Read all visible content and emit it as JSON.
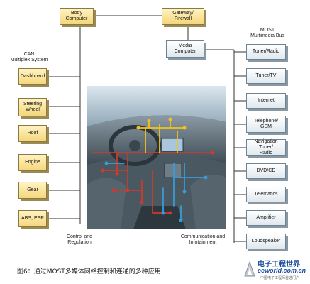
{
  "diagram": {
    "top_boxes": {
      "body_computer": "Body\nComputer",
      "gateway": "Gateway/\nFirewall",
      "media_computer": "Media\nComputer"
    },
    "can_header": "CAN\nMultiplex System",
    "most_header": "MOST\nMultimedia Bus",
    "can_boxes": [
      "Dashboard",
      "Steering\nWheel",
      "Roof",
      "Engine",
      "Gear",
      "ABS, ESP"
    ],
    "most_boxes": [
      "Tuner/Radio",
      "Tuner/TV",
      "Internet",
      "Telephone/\nGSM",
      "Navigation Tuner/\nRadio",
      "DVD/CD",
      "Telematics",
      "Amplifier",
      "Loudspeaker"
    ],
    "footer_left": "Control and\nRegulation",
    "footer_right": "Communication and\nInfotainment"
  },
  "caption": "图6：通过MOST多媒体网络控制和连通的多种应用",
  "watermark": {
    "title": "电子工程世界",
    "url": "eeworld.com.cn",
    "sub": "中国电子工程师首选门户"
  },
  "colors": {
    "can_fill": "#f5d77a",
    "most_fill": "#dfe8ee",
    "line": "#333333",
    "wire_red": "#d0392b",
    "wire_yellow": "#f3c21a",
    "wire_blue": "#3a9ad9"
  }
}
